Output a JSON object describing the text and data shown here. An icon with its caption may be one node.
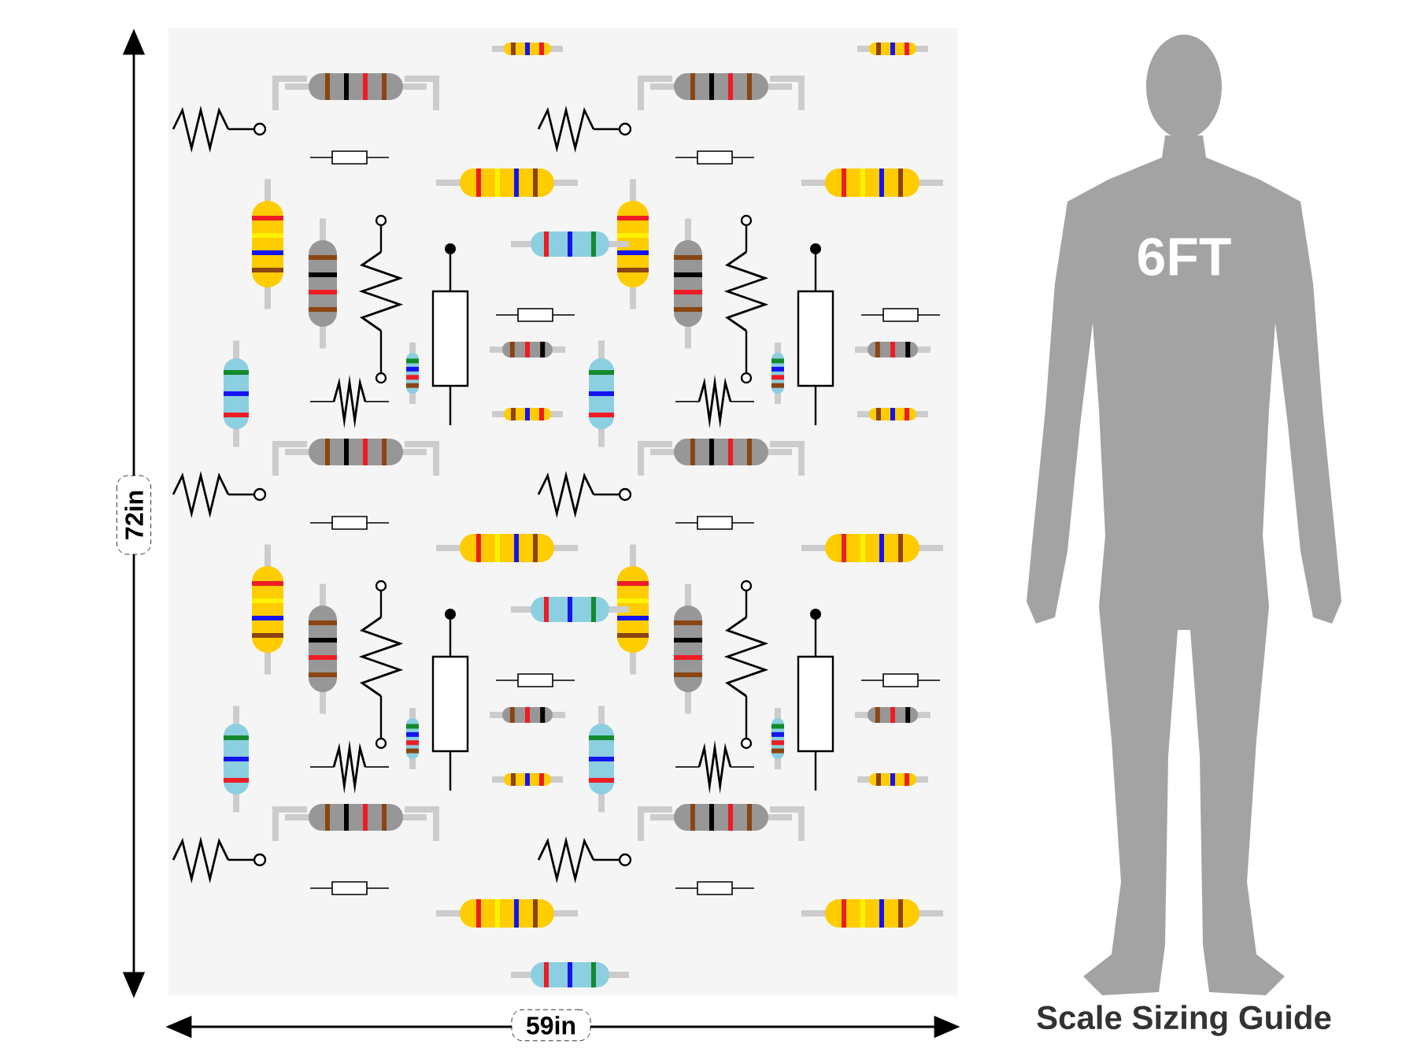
{
  "diagram": {
    "labels": [
      "72in",
      "59in",
      "6FT",
      "Scale Sizing Guide"
    ]
  }
}
